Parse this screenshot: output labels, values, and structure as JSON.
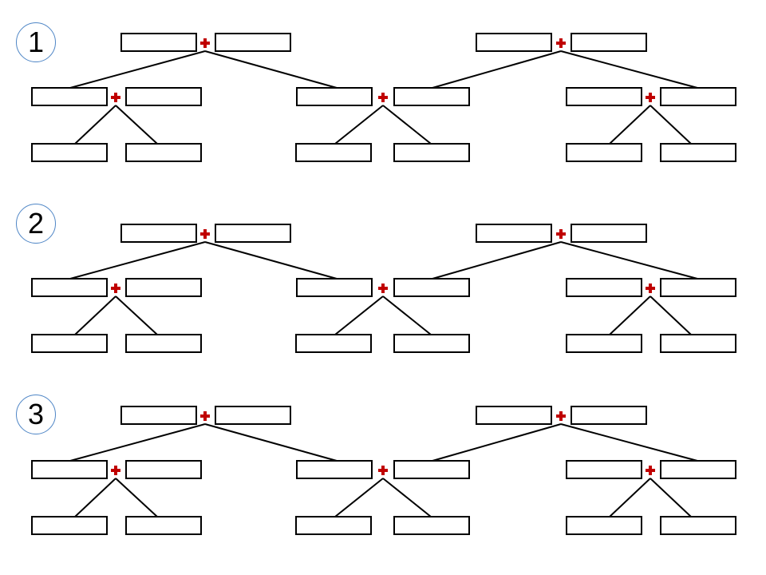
{
  "diagrams": [
    {
      "number": "1"
    },
    {
      "number": "2"
    },
    {
      "number": "3"
    }
  ],
  "join_symbol": "+",
  "colors": {
    "join_symbol": "#c00000",
    "box_border": "#000000",
    "badge_border": "#4f86c6"
  }
}
